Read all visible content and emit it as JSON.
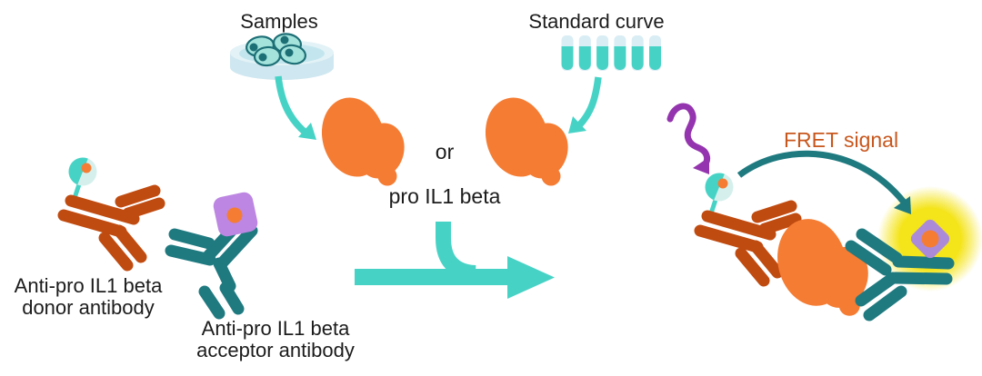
{
  "diagram": {
    "sources": [
      {
        "label": "Samples",
        "icon": "petri-dish-icon"
      },
      {
        "label": "Standard curve",
        "icon": "tube-strip-icon"
      }
    ],
    "analyte": {
      "or_label": "or",
      "name": "pro IL1 beta"
    },
    "reagents": {
      "donor": {
        "line1": "Anti-pro IL1 beta",
        "line2": "donor antibody"
      },
      "acceptor": {
        "line1": "Anti-pro IL1 beta",
        "line2": "acceptor antibody"
      }
    },
    "signal": {
      "label": "FRET signal"
    },
    "icons": {
      "petri-dish-icon": "petri dish with four cells",
      "tube-strip-icon": "strip of six tubes with teal liquid",
      "donor-bead-icon": "pale circle with teal wedge and orange dot",
      "acceptor-dye-icon": "purple rounded square with orange dot",
      "pro-il1-beta-protein": "orange two-lobed protein blob",
      "excitation-arrow": "purple squiggly arrow",
      "fret-signal-arrow": "dark teal arc arrow",
      "reaction-arrow": "large teal merge arrow",
      "emission-glow": "yellow radial glow"
    }
  },
  "colors": {
    "arrow_teal": "#46d3c6",
    "antibody_rust": "#c04b10",
    "antibody_teal": "#1f7a80",
    "protein_orange": "#f57c33",
    "acceptor_purple_left": "#bc86e2",
    "acceptor_purple_right": "#ab8bd9",
    "excitation_purple": "#9434ae",
    "glow_yellow": "#f4e41a",
    "bead_pale": "#d5f0ec",
    "dish_blue": "#cfe7f0",
    "fret_text_orange": "#c8571d",
    "text_dark": "#1c1c1c"
  }
}
